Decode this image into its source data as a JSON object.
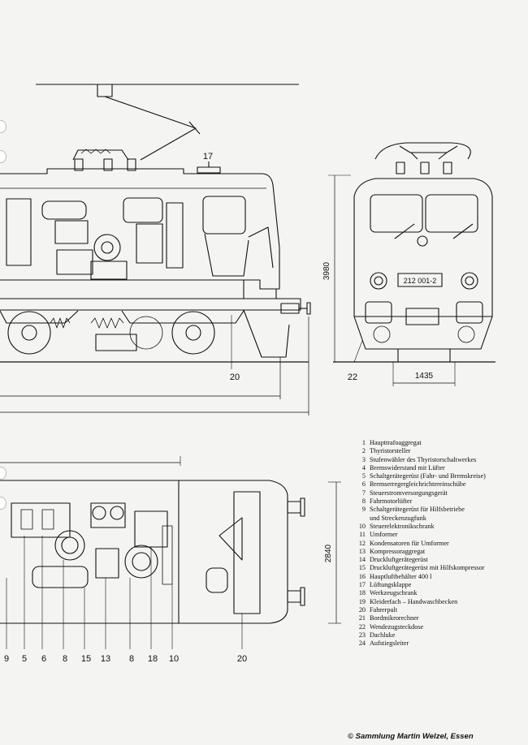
{
  "dimensions": {
    "height": "3980",
    "gauge": "1435",
    "width": "2840"
  },
  "callouts": {
    "side_top": "17",
    "side_bottom": "20",
    "front_left": "22",
    "plan_top": "20"
  },
  "plan_numbers": [
    "9",
    "5",
    "6",
    "8",
    "15",
    "13",
    "8",
    "18",
    "10"
  ],
  "plate": "212 001-2",
  "legend": [
    {
      "n": "1",
      "t": "Haupttrafoaggregat"
    },
    {
      "n": "2",
      "t": "Thyristorsteller"
    },
    {
      "n": "3",
      "t": "Stufenwähler des Thyristorschaltwerkes"
    },
    {
      "n": "4",
      "t": "Bremswiderstand mit Lüfter"
    },
    {
      "n": "5",
      "t": "Schaltgerätegerüst (Fahr- und Bremskreise)"
    },
    {
      "n": "6",
      "t": "Bremserregergleichrichtereinschübe"
    },
    {
      "n": "7",
      "t": "Steuerstromversorgungsgerät"
    },
    {
      "n": "8",
      "t": "Fahrmotorlüfter"
    },
    {
      "n": "9",
      "t": "Schaltgerätegerüst für Hilfsbetriebe",
      "cont": "und Streckenzugfunk"
    },
    {
      "n": "10",
      "t": "Steuerelektronikschrank"
    },
    {
      "n": "11",
      "t": "Umformer"
    },
    {
      "n": "12",
      "t": "Kondensatoren für Umformer"
    },
    {
      "n": "13",
      "t": "Kompressoraggregat"
    },
    {
      "n": "14",
      "t": "Druckluftgerätegerüst"
    },
    {
      "n": "15",
      "t": "Druckluftgerätegerüst mit Hilfskompressor"
    },
    {
      "n": "16",
      "t": "Hauptluftbehälter 400 l"
    },
    {
      "n": "17",
      "t": "Lüftungsklappe"
    },
    {
      "n": "18",
      "t": "Werkzeugschrank"
    },
    {
      "n": "19",
      "t": "Kleiderfach – Handwaschbecken"
    },
    {
      "n": "20",
      "t": "Fahrerpult"
    },
    {
      "n": "21",
      "t": "Bordmikrorechner"
    },
    {
      "n": "22",
      "t": "Wendezugsteckdose"
    },
    {
      "n": "23",
      "t": "Dachluke"
    },
    {
      "n": "24",
      "t": "Aufstiegsleiter"
    }
  ],
  "copyright": "© Sammlung Martin Welzel, Essen"
}
